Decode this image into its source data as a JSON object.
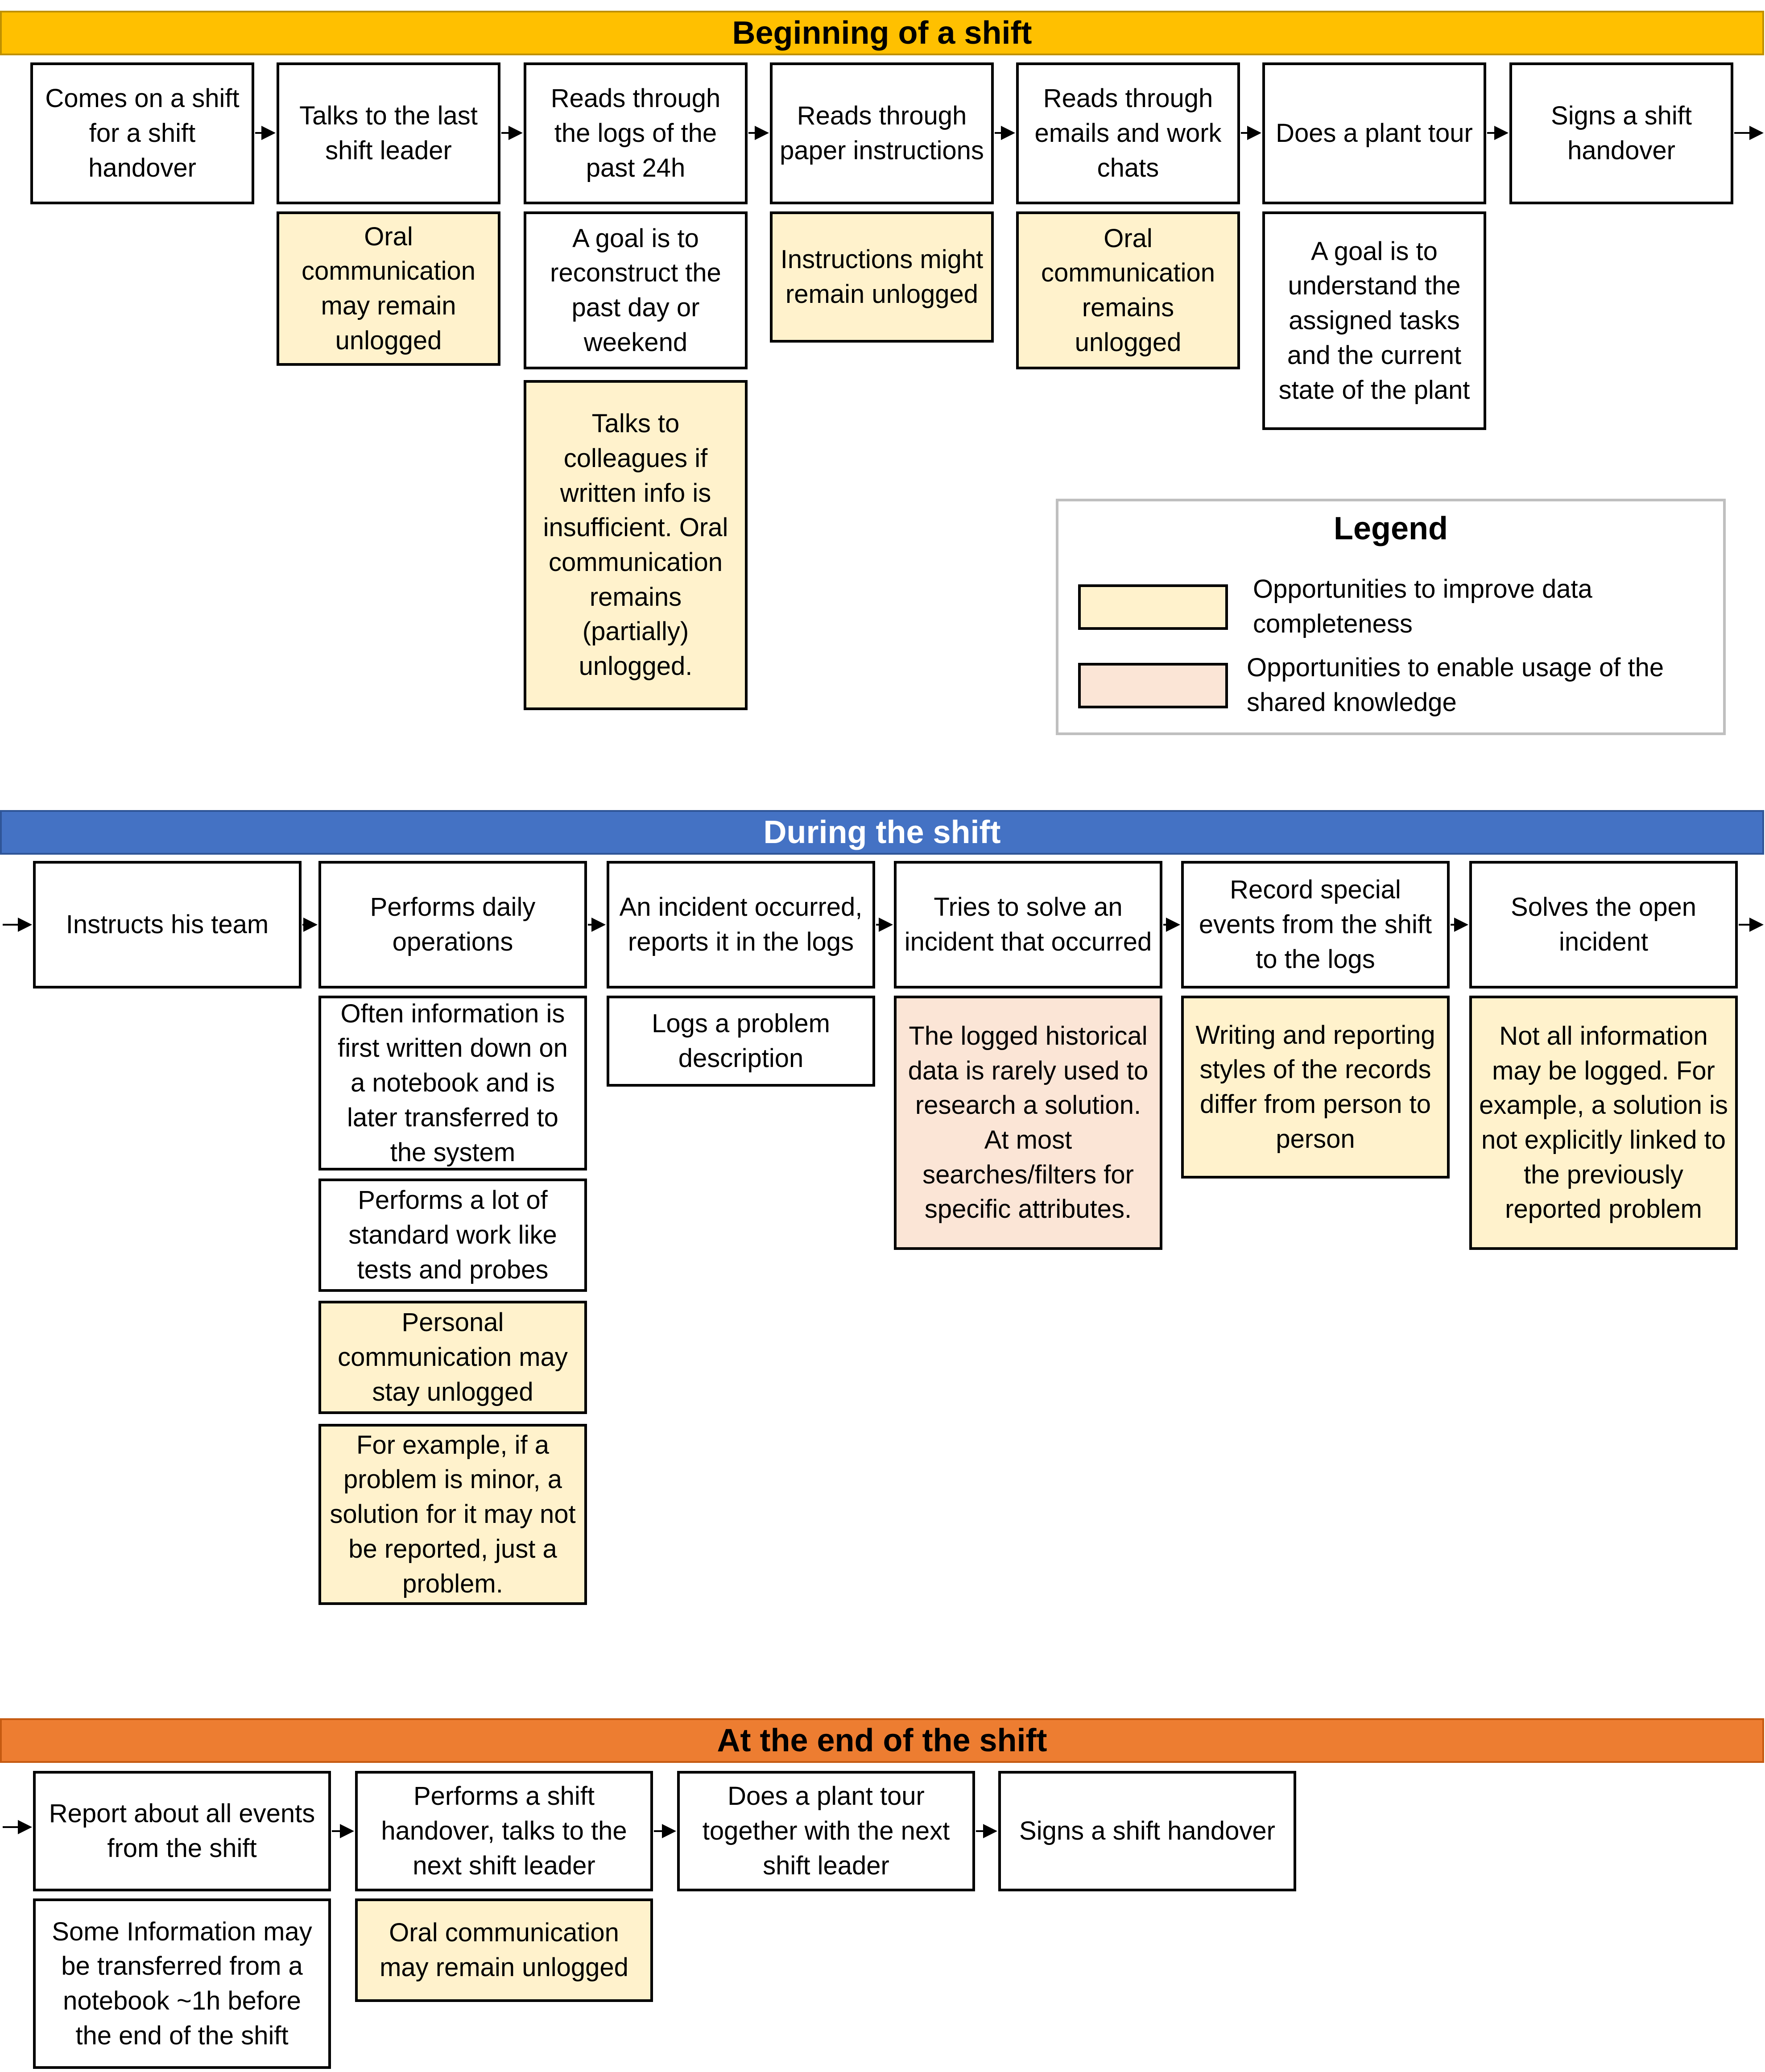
{
  "sections": {
    "beginning": "Beginning of a shift",
    "during": "During the shift",
    "end": "At the end of the shift"
  },
  "beginning": {
    "steps": [
      "Comes on a shift for a shift handover",
      "Talks to the last shift leader",
      "Reads through the logs of the past 24h",
      "Reads through paper instructions",
      "Reads through emails and work chats",
      "Does a plant tour",
      "Signs a shift handover"
    ],
    "notes": [
      "Oral communication may remain unlogged",
      "A goal is to reconstruct the past day or weekend",
      "Talks to colleagues if written info is insufficient. Oral communication remains (partially) unlogged.",
      "Instructions might remain unlogged",
      "Oral communication remains unlogged",
      "A goal is to understand the assigned tasks and the current state of the plant"
    ]
  },
  "legend": {
    "title": "Legend",
    "items": [
      {
        "label": "Opportunities to improve data completeness",
        "color": "#FFF2CC"
      },
      {
        "label": "Opportunities to enable usage of the shared knowledge",
        "color": "#FBE5D6"
      }
    ]
  },
  "during": {
    "steps": [
      "Instructs his team",
      "Performs daily operations",
      "An incident occurred, reports it in the logs",
      "Tries to solve an incident that occurred",
      "Record special events from the shift to the logs",
      "Solves the open incident"
    ],
    "notes": [
      "Often information is first written down on a notebook and is later transferred to the system",
      "Performs a lot of standard work like tests and probes",
      "Personal communication may stay unlogged",
      "For example, if a problem is minor, a solution for it may not be reported, just a problem.",
      "Logs a problem description",
      "The logged historical data is rarely used to research a solution. At most searches/filters for specific attributes.",
      "Writing and reporting styles of the records differ from person to person",
      "Not all information may be logged. For example, a solution is not explicitly linked to the previously reported problem"
    ]
  },
  "end": {
    "steps": [
      "Report about all events from the shift",
      "Performs a shift handover, talks to the next shift leader",
      "Does a plant tour together with the next shift leader",
      "Signs a shift handover"
    ],
    "notes": [
      "Some Information may be transferred from a notebook  ~1h before the end of the shift",
      "Oral communication may remain unlogged"
    ]
  }
}
